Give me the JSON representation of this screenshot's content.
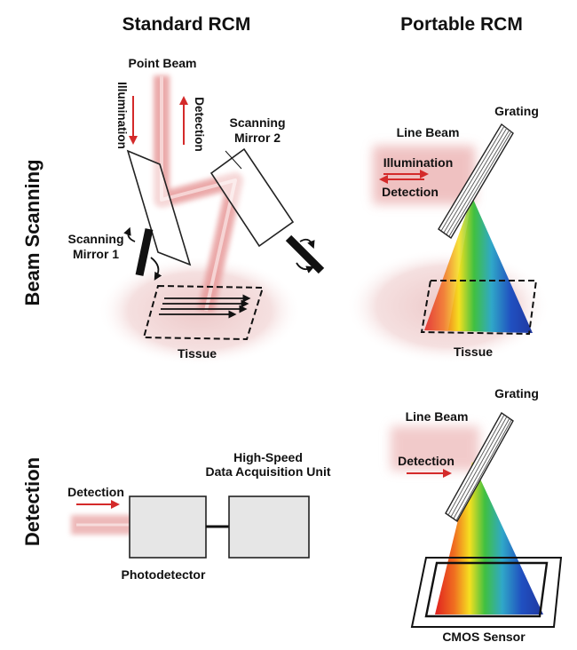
{
  "headers": {
    "col_standard": "Standard RCM",
    "col_portable": "Portable RCM",
    "row_scanning": "Beam Scanning",
    "row_detection": "Detection"
  },
  "standard_scanning": {
    "point_beam": "Point Beam",
    "illumination": "Illumination",
    "detection": "Detection",
    "mirror2_line1": "Scanning",
    "mirror2_line2": "Mirror 2",
    "mirror1_line1": "Scanning",
    "mirror1_line2": "Mirror 1",
    "tissue": "Tissue"
  },
  "portable_scanning": {
    "grating": "Grating",
    "line_beam": "Line Beam",
    "illumination": "Illumination",
    "detection": "Detection",
    "tissue": "Tissue"
  },
  "standard_detection": {
    "detection": "Detection",
    "daq_line1": "High-Speed",
    "daq_line2": "Data Acquisition Unit",
    "photodetector": "Photodetector"
  },
  "portable_detection": {
    "grating": "Grating",
    "line_beam": "Line Beam",
    "detection": "Detection",
    "cmos": "CMOS Sensor"
  },
  "colors": {
    "beam_red": "#d42a2a",
    "glow_pink": "#f2c2c2",
    "tissue": "#f3dede",
    "box_gray": "#e6e6e6"
  }
}
